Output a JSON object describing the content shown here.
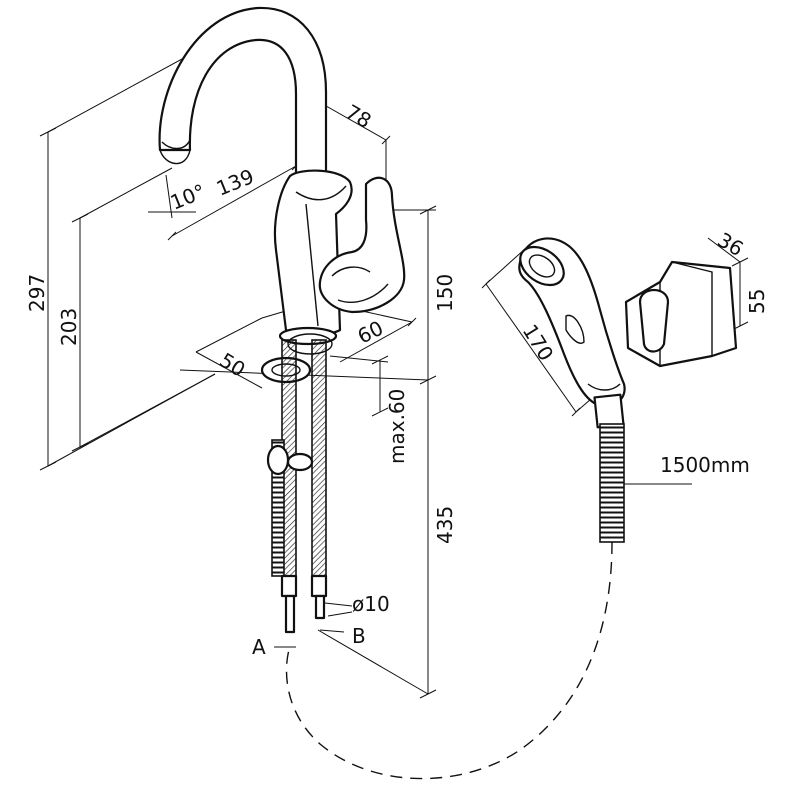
{
  "dimensions": {
    "total_height": "297",
    "spout_height": "203",
    "spout_reach": "139",
    "spout_angle": "10°",
    "spout_diameter": "78",
    "body_height": "150",
    "base_width": "60",
    "base_depth": "50",
    "deck_thickness": "max.60",
    "hose_length": "435",
    "pipe_diameter": "ø10",
    "handshower_length": "170",
    "hose_length_shower": "1500mm",
    "holder_width": "36",
    "holder_height": "55"
  },
  "connections": {
    "left": "A",
    "right": "B"
  }
}
